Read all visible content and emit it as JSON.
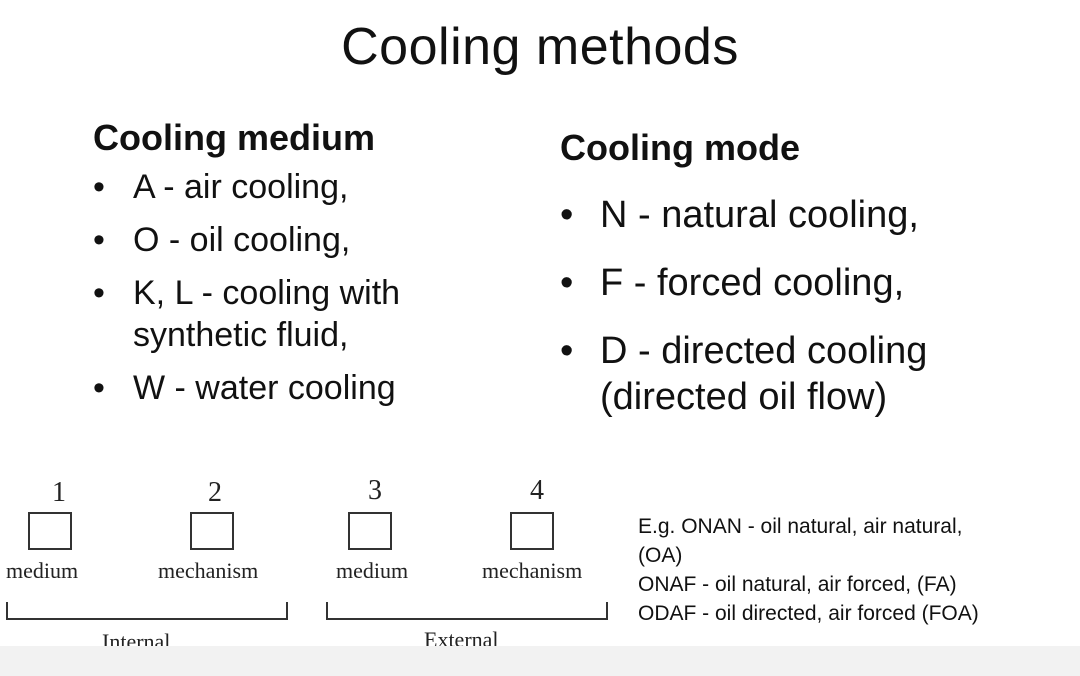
{
  "title": "Cooling methods",
  "cooling_medium": {
    "heading": "Cooling medium",
    "items": [
      {
        "bullet": "•",
        "lines": [
          "A - air cooling,"
        ]
      },
      {
        "bullet": "•",
        "lines": [
          "O - oil cooling,"
        ]
      },
      {
        "bullet": "•",
        "lines": [
          "K, L - cooling with",
          "synthetic fluid,"
        ]
      },
      {
        "bullet": "•",
        "lines": [
          "W - water cooling"
        ]
      }
    ]
  },
  "cooling_mode": {
    "heading": "Cooling mode",
    "items": [
      {
        "bullet": "•",
        "lines": [
          "N - natural cooling,"
        ]
      },
      {
        "bullet": "•",
        "lines": [
          "F - forced cooling,"
        ]
      },
      {
        "bullet": "•",
        "lines": [
          "D - directed cooling",
          "(directed oil flow)"
        ]
      }
    ]
  },
  "diagram": {
    "positions": [
      {
        "number": "1",
        "label": "medium"
      },
      {
        "number": "2",
        "label": "mechanism"
      },
      {
        "number": "3",
        "label": "medium"
      },
      {
        "number": "4",
        "label": "mechanism"
      }
    ],
    "groups": [
      "Internal",
      "External"
    ]
  },
  "example": {
    "lines": [
      "E.g. ONAN - oil natural, air natural,",
      "(OA)",
      "ONAF - oil natural, air forced, (FA)",
      "ODAF - oil directed, air forced (FOA)"
    ]
  }
}
